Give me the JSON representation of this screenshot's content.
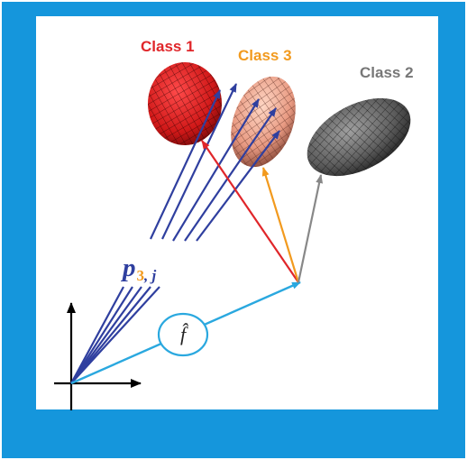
{
  "labels": {
    "class1": "Class 1",
    "class3": "Class 3",
    "class2": "Class 2",
    "p_main": "p",
    "p_sub_num": "3",
    "p_sub_sep": ", j",
    "f_hat": "f̂"
  },
  "colors": {
    "background_blue": "#1596dc",
    "class1": "#e0262a",
    "class3": "#f29a1e",
    "class2": "#777777",
    "p_arrows": "#2f3f9f",
    "f_arrow": "#2aa8df"
  }
}
